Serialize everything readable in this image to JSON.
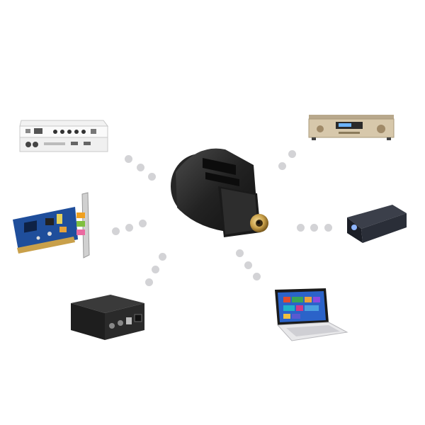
{
  "image": {
    "description_none": true
  },
  "colors": {
    "background": "#ffffff",
    "dot": "#d3d3d6",
    "adapter_body": "#1e1e1e",
    "adapter_tip": "#c9a04a",
    "pcb": "#1f4e9b",
    "laptop_screen": "#2b63c9"
  },
  "devices": [
    {
      "id": "set-top-box",
      "icon": "media-box-icon"
    },
    {
      "id": "sound-card",
      "icon": "pci-card-icon"
    },
    {
      "id": "dac",
      "icon": "amplifier-box-icon"
    },
    {
      "id": "amplifier",
      "icon": "hifi-amplifier-icon"
    },
    {
      "id": "media-player",
      "icon": "portable-player-icon"
    },
    {
      "id": "laptop",
      "icon": "laptop-icon"
    }
  ]
}
